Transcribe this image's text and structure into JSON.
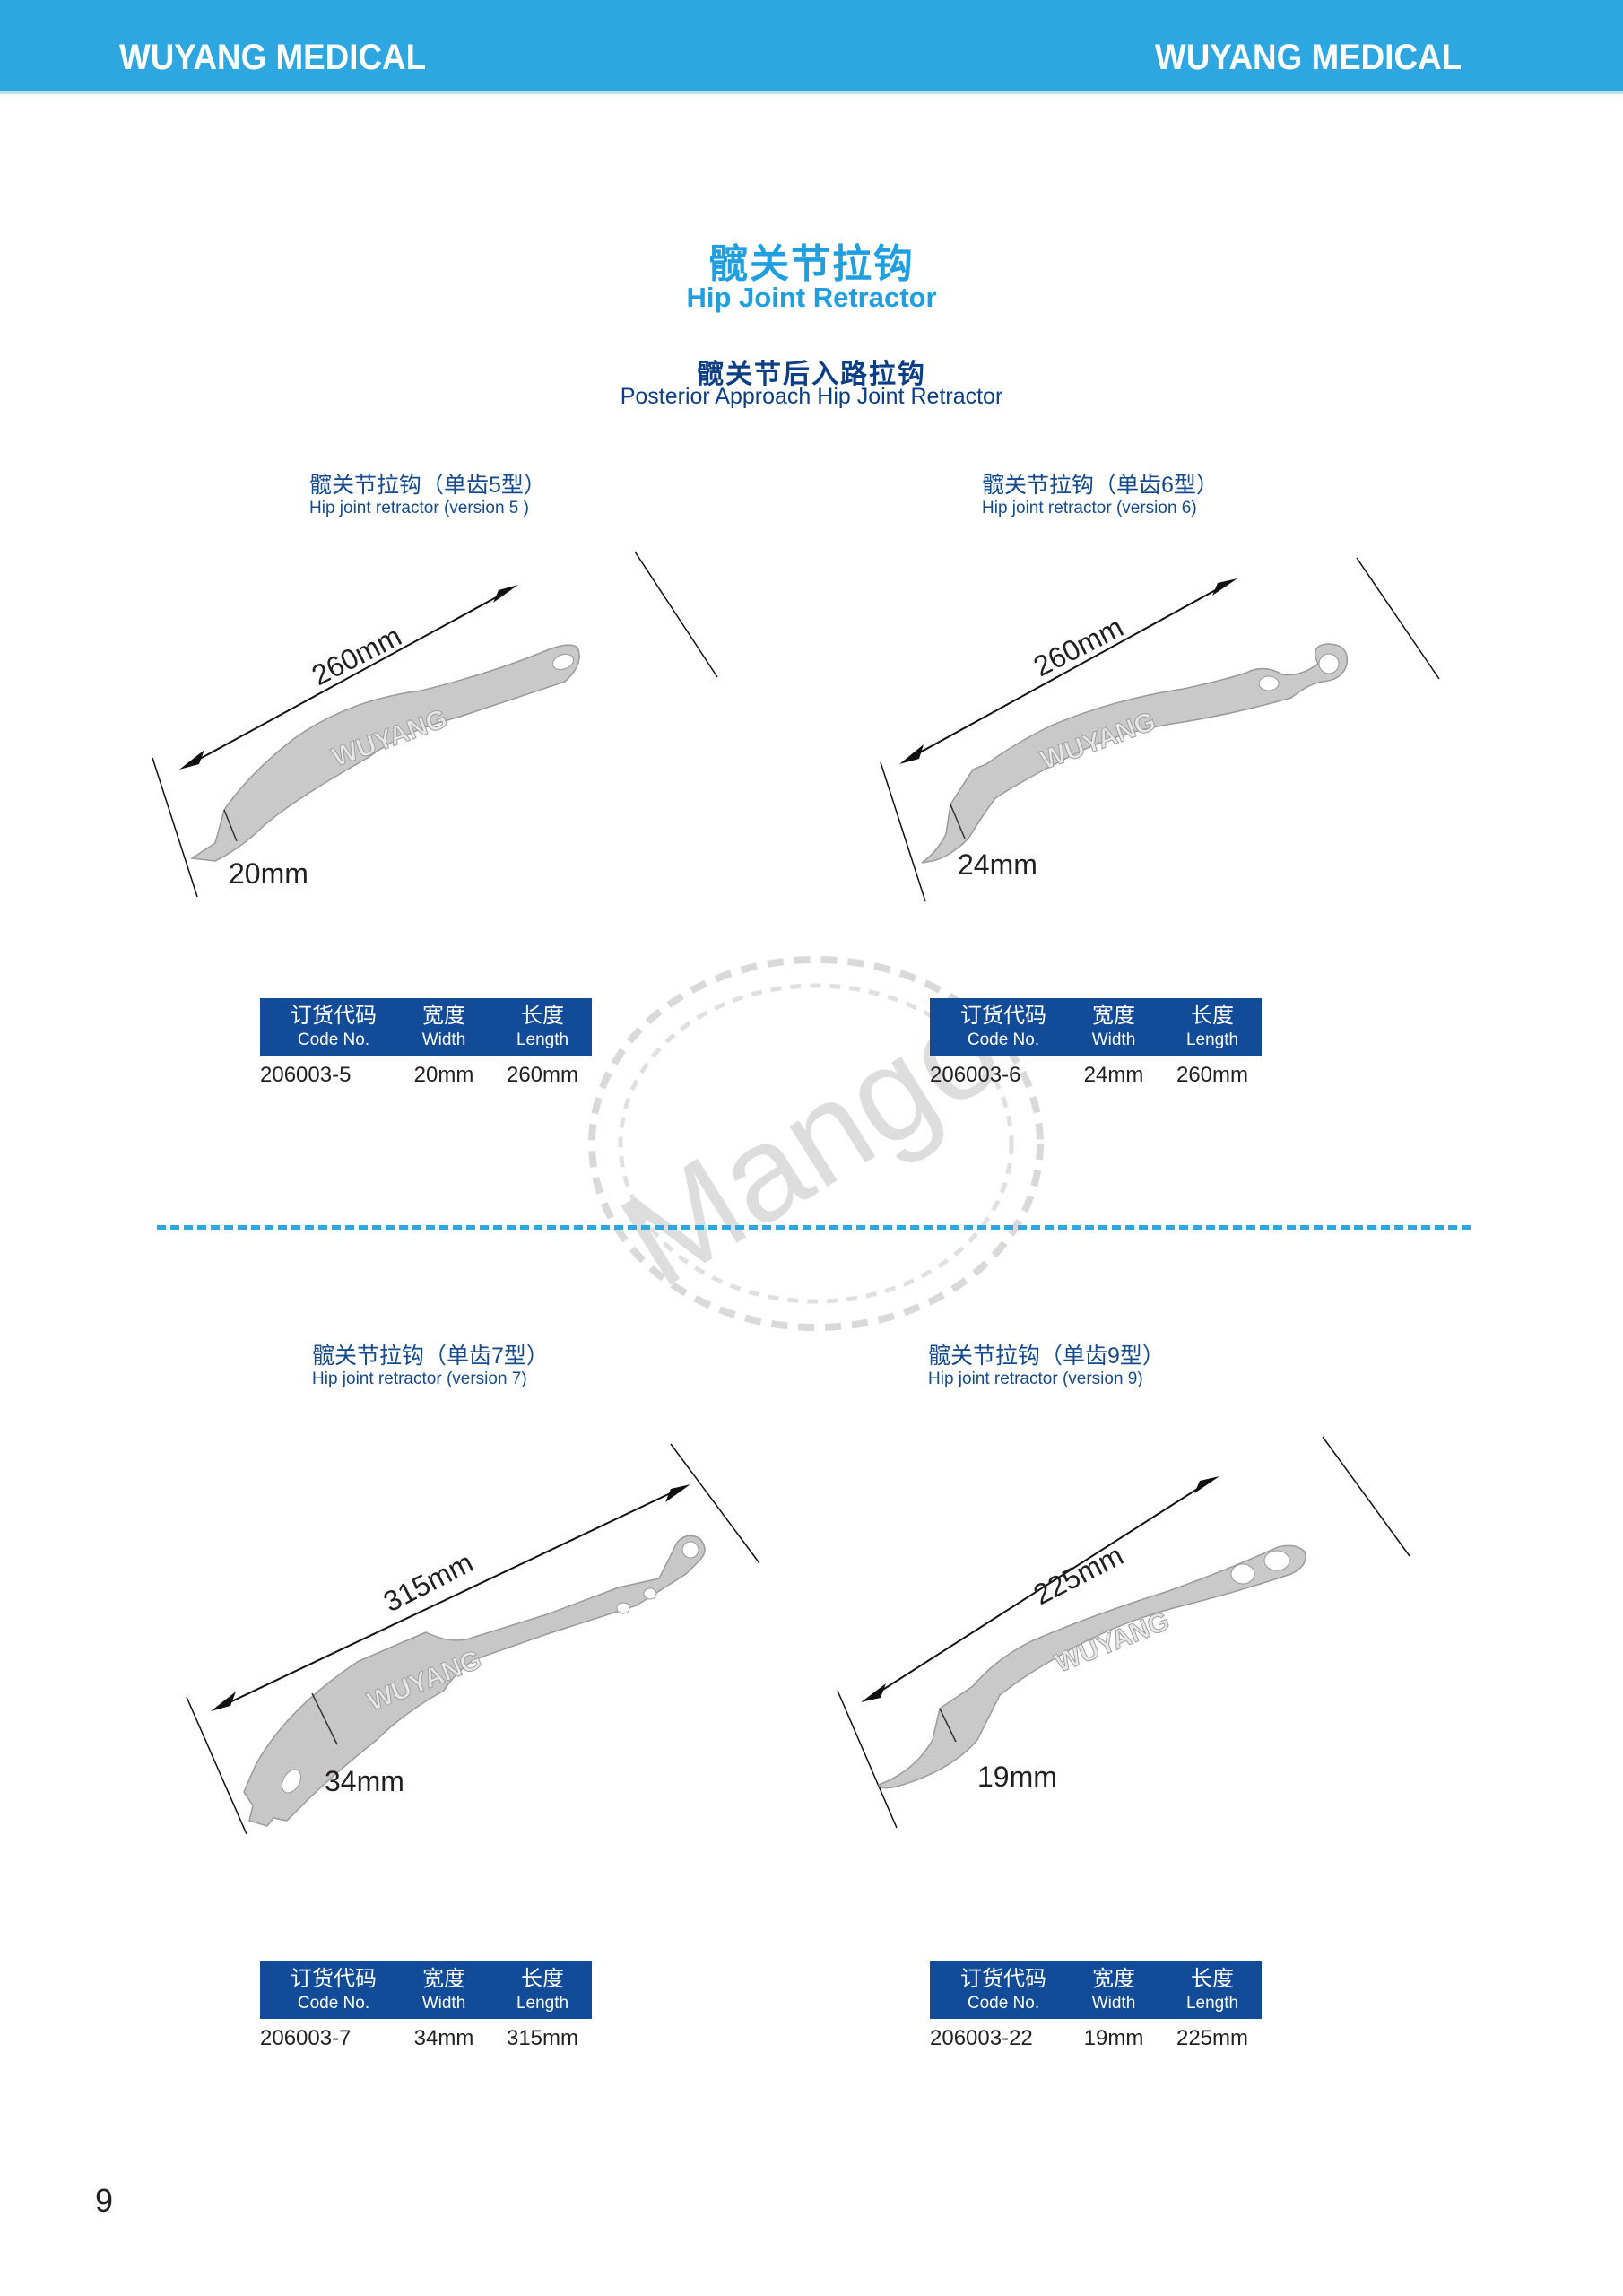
{
  "header": {
    "brand_left": "WUYANG MEDICAL",
    "brand_right": "WUYANG MEDICAL",
    "bar_color": "#2EA7E0"
  },
  "section": {
    "title_cn": "髋关节拉钩",
    "title_en": "Hip Joint Retractor",
    "subtitle_cn": "髋关节后入路拉钩",
    "subtitle_en": "Posterior Approach Hip Joint Retractor"
  },
  "table_headers": {
    "code_cn": "订货代码",
    "code_en": "Code No.",
    "width_cn": "宽度",
    "width_en": "Width",
    "length_cn": "长度",
    "length_en": "Length"
  },
  "products": [
    {
      "name_cn": "髋关节拉钩（单齿5型）",
      "name_en": "Hip joint retractor (version 5 )",
      "length_label": "260mm",
      "width_label": "20mm",
      "engraving": "WUYANG",
      "code": "206003-5",
      "width": "20mm",
      "length": "260mm"
    },
    {
      "name_cn": "髋关节拉钩（单齿6型）",
      "name_en": "Hip joint retractor (version 6)",
      "length_label": "260mm",
      "width_label": "24mm",
      "engraving": "WUYANG",
      "code": "206003-6",
      "width": "24mm",
      "length": "260mm"
    },
    {
      "name_cn": "髋关节拉钩（单齿7型）",
      "name_en": "Hip joint retractor (version 7)",
      "length_label": "315mm",
      "width_label": "34mm",
      "engraving": "WUYANG",
      "code": "206003-7",
      "width": "34mm",
      "length": "315mm"
    },
    {
      "name_cn": "髋关节拉钩（单齿9型）",
      "name_en": "Hip joint retractor (version 9)",
      "length_label": "225mm",
      "width_label": "19mm",
      "engraving": "WUYANG",
      "code": "206003-22",
      "width": "19mm",
      "length": "225mm"
    }
  ],
  "watermark": {
    "text": "Mango"
  },
  "footer": {
    "page_number": "9"
  }
}
